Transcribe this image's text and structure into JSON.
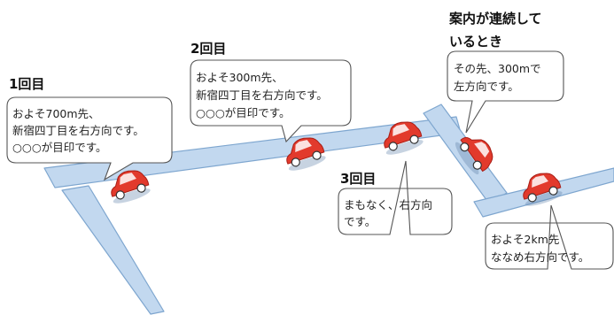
{
  "colors": {
    "road_fill": "#c2d8ef",
    "road_stroke": "#7ea6cf",
    "car_body": "#e23a2c",
    "car_dark": "#a81e16",
    "callout_stroke": "#555555"
  },
  "announcements": [
    {
      "heading": "1回目",
      "lines": [
        "およそ700m先、",
        "新宿四丁目を右方向です。",
        "○○○が目印です。"
      ]
    },
    {
      "heading": "2回目",
      "lines": [
        "およそ300m先、",
        "新宿四丁目を右方向です。",
        "○○○が目印です。"
      ]
    },
    {
      "heading": "3回目",
      "lines": [
        "まもなく、右方向",
        "です。"
      ]
    },
    {
      "heading_lines": [
        "案内が連続して",
        "いるとき"
      ],
      "lines": [
        "その先、300mで",
        "左方向です。"
      ]
    },
    {
      "lines": [
        "およそ2km先",
        "ななめ右方向です。"
      ]
    }
  ]
}
